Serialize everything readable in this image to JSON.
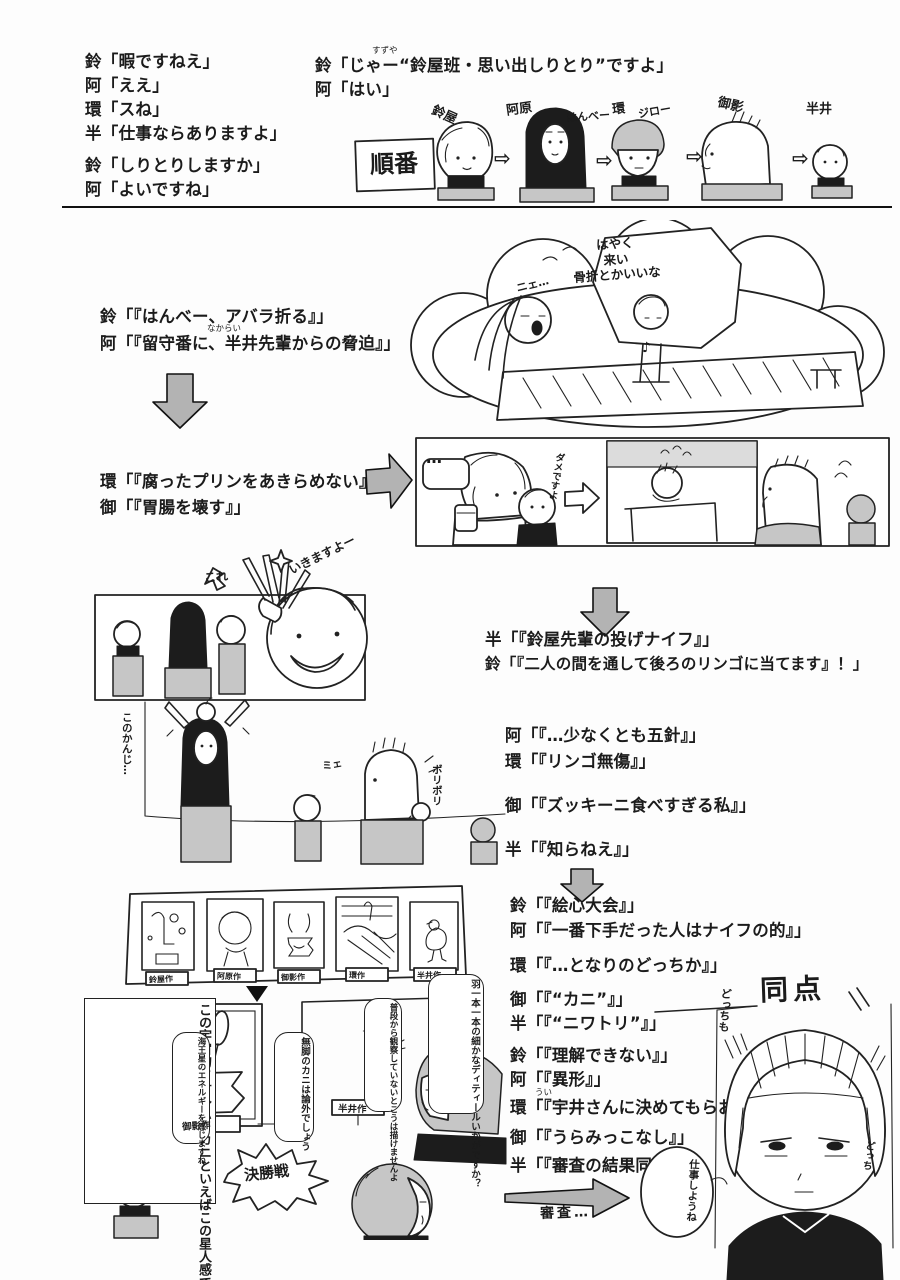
{
  "intro": {
    "left": [
      "鈴「暇ですねえ」",
      "阿「ええ」",
      "環「スね」",
      "半「仕事ならありますよ」",
      "鈴「しりとりしますか」",
      "阿「よいですね」"
    ],
    "right": [
      "鈴「じゃー“鈴屋班・思い出しりとり”ですよ」",
      "阿「はい」"
    ],
    "furigana_suzuya": "すずや",
    "order_sign": "順番",
    "arrow_glyph": "⇨",
    "names": {
      "suzuya": "鈴屋",
      "abara": "阿原",
      "hanbee": "はんべー",
      "tamaki": "環",
      "jiro": "ジロー",
      "mikage": "御影",
      "nakarai": "半井"
    }
  },
  "dialog": {
    "r1a": "鈴「『はんべー、アバラ折る』」",
    "r1b": "阿「『留守番に、半井先輩からの脅迫』」",
    "furigana_nakarai": "なからい",
    "r2a": "環「『腐ったプリンをあきらめない』」",
    "r2b": "御「『胃腸を壊す』」",
    "r3a": "半「『鈴屋先輩の投げナイフ』」",
    "r3b": "鈴「『二人の間を通して後ろのリンゴに当てます』！」",
    "r4a": "阿「『…少なくとも五針』」",
    "r4b": "環「『リンゴ無傷』」",
    "r5": "御「『ズッキーニ食べすぎる私』」",
    "r6": "半「『知らねえ』」",
    "r7a": "鈴「『絵心大会』」",
    "r7b": "阿「『一番下手だった人はナイフの的』」",
    "r8": "環「『…となりのどっちか』」",
    "r9a": "御「『“カニ”』」",
    "r9b": "半「『“ニワトリ”』」",
    "r10a": "鈴「『理解できない』」",
    "r10b": "阿「『異形』」",
    "r11": "環「『宇井さんに決めてもらおう』」",
    "furigana_ui": "うい",
    "r12": "御「『うらみっこなし』」",
    "r13": "半「『審査の結果同点』」"
  },
  "sketch": {
    "thought_line1": "はやく",
    "thought_line2": "来い",
    "thought_line3": "骨折とかいいな",
    "sfx_nie": "ニェ…",
    "note": "♪",
    "ellipsis": "…",
    "dame": "ダメですよ",
    "ikimasu": "いきますよー",
    "kore": "これ",
    "kono_kanji": "このかんじ…",
    "sfx_mie": "ミェ",
    "sfx_boribori": "ボリボリ",
    "gallery_labels": [
      "鈴屋作",
      "阿原作",
      "御影作",
      "環作",
      "半井作"
    ],
    "label_mikage": "御影作",
    "label_nakarai": "半井作",
    "bubble_feathers": "羽一本一本の細かなディティールいかがですか？",
    "bubble_observe": "普段から観察していないとこうは描けませんよ",
    "bubble_legless": "無脚のカニは論外でしょう",
    "kessho": "決勝戦",
    "cosmic": "この宇宙的フォルム…カニといえばこの星人感でしょう…！",
    "neptune": "海王星のエネルギーを感じますね",
    "shinsa": "審査…",
    "douten": "同点",
    "docchimo": "どっちも",
    "docchi": "どっち",
    "shigoto": "仕事しようね"
  },
  "colors": {
    "ink": "#1b1b1b",
    "paper": "#fdfdfd",
    "gray_fill": "#c6c6c6",
    "arrow_fill": "#b3b3b3"
  }
}
